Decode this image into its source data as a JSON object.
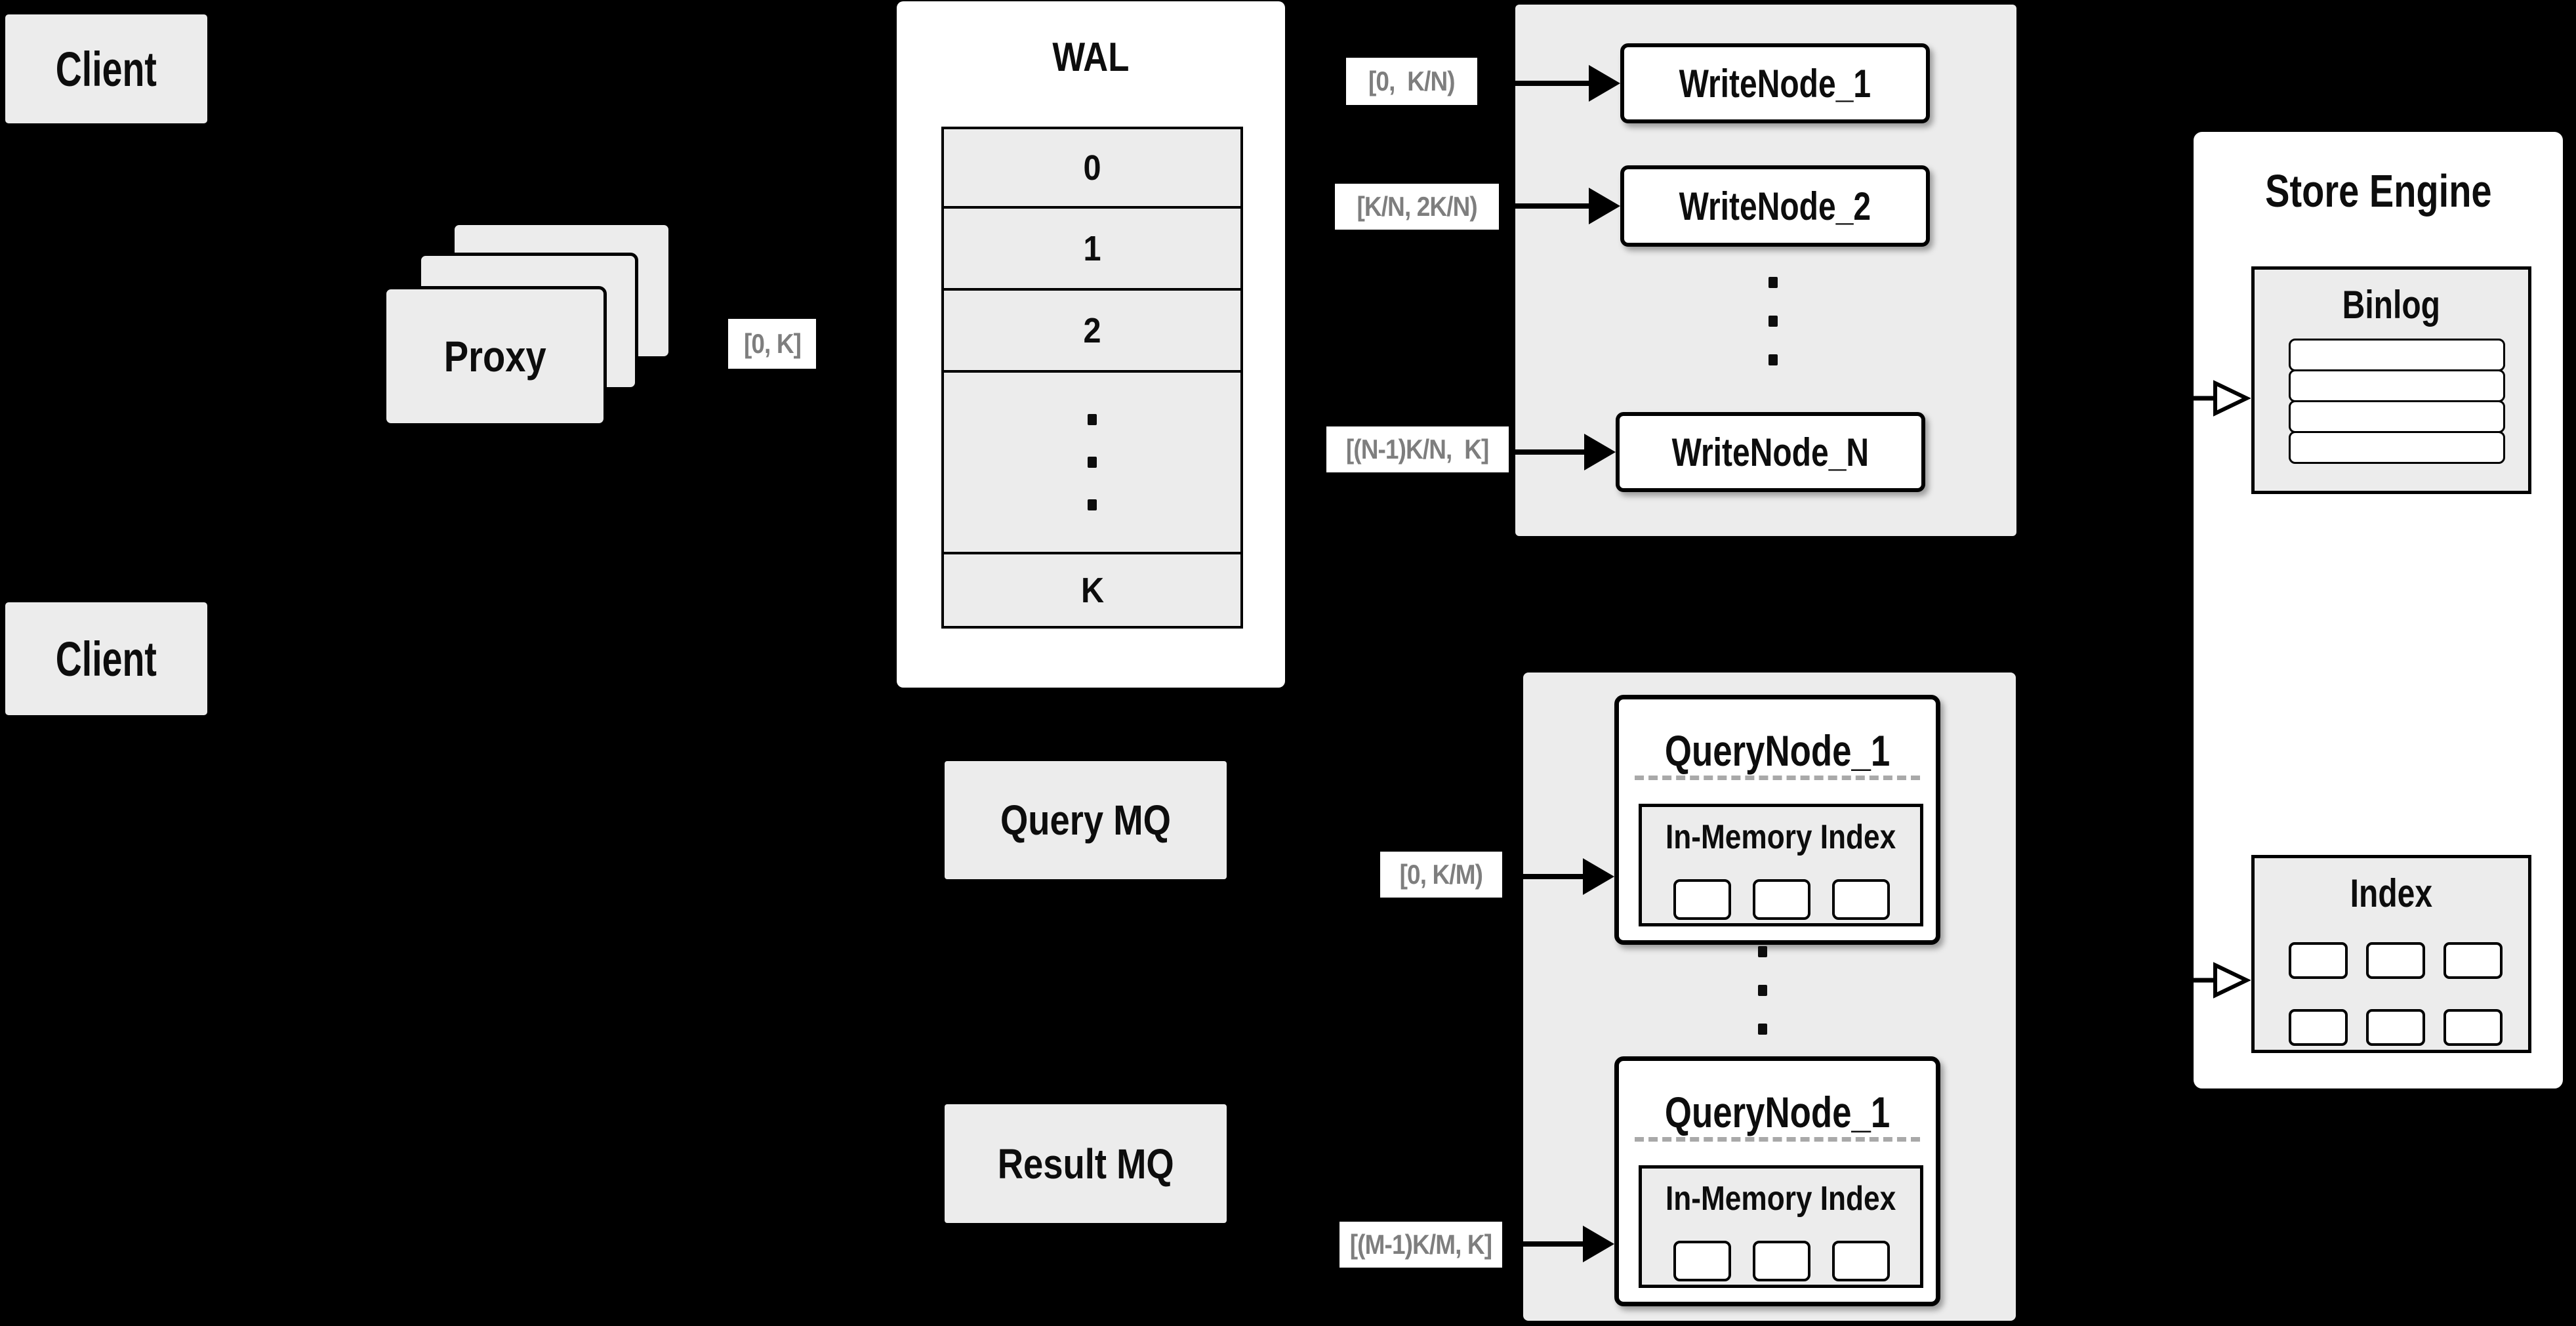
{
  "colors": {
    "background": "#000000",
    "panel_gray": "#ececec",
    "node_fill": "#ffffff",
    "line": "#000000",
    "chip_text": "#7e7e7e",
    "dashed_divider": "#a9a9a9"
  },
  "clients": {
    "top": "Client",
    "bottom": "Client"
  },
  "proxy": {
    "label": "Proxy"
  },
  "chips": {
    "proxy": "[0, K]",
    "write1": "[0,  K/N)",
    "write2": "[K/N, 2K/N)",
    "writeN": "[(N-1)K/N,  K]",
    "query1": "[0, K/M)",
    "queryM": "[(M-1)K/M, K]"
  },
  "wal": {
    "title": "WAL",
    "slots": [
      "0",
      "1",
      "2"
    ],
    "last_slot": "K"
  },
  "write_nodes": {
    "node1": "WriteNode_1",
    "node2": "WriteNode_2",
    "nodeN": "WriteNode_N"
  },
  "query_nodes": {
    "node1": {
      "title": "QueryNode_1",
      "inner": "In-Memory Index"
    },
    "node2": {
      "title": "QueryNode_1",
      "inner": "In-Memory Index"
    }
  },
  "store_engine": {
    "title": "Store Engine",
    "binlog": {
      "title": "Binlog",
      "segments": 4
    },
    "index": {
      "title": "Index",
      "cols": 3,
      "rows": 2
    }
  },
  "mq": {
    "query": "Query MQ",
    "result": "Result MQ"
  }
}
